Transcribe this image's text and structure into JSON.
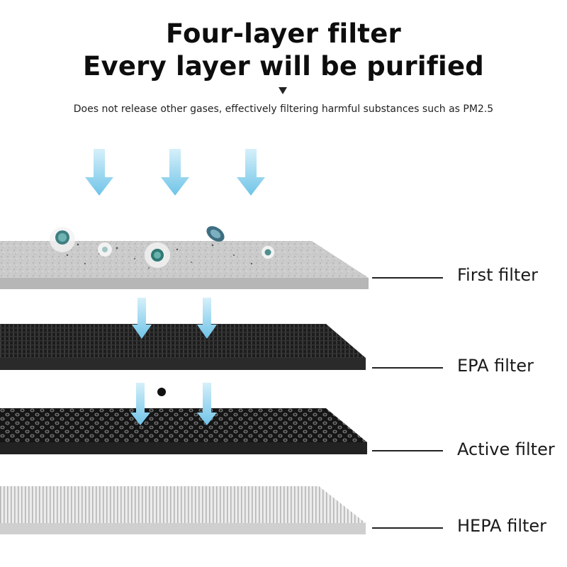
{
  "header": {
    "title_line1": "Four-layer filter",
    "title_line2": "Every layer will be purified",
    "subtitle": "Does not release other gases, effectively filtering harmful substances such as PM2.5"
  },
  "layers": [
    {
      "label": "First filter"
    },
    {
      "label": "EPA filter"
    },
    {
      "label": "Active filter"
    },
    {
      "label": "HEPA filter"
    }
  ],
  "colors": {
    "arrow": "#8fd3ee",
    "arrow_dark": "#5fb9e0",
    "first_filter": "#c9c9c9",
    "epa_filter": "#1f1f1f",
    "active_filter": "#1a1a1a",
    "hepa_filter": "#e2e2e2"
  },
  "icons": [
    "down-arrow-icon",
    "caret-down-icon",
    "particle-icon"
  ]
}
